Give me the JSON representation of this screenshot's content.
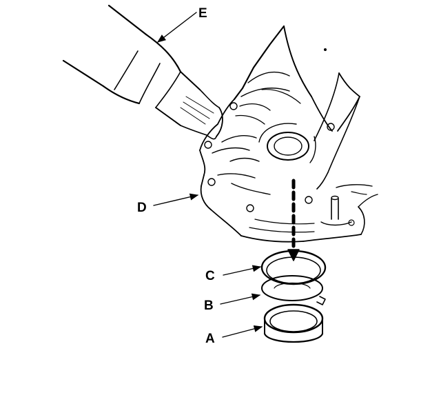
{
  "callouts": {
    "e": "E",
    "d": "D",
    "c": "C",
    "b": "B",
    "a": "A"
  },
  "colors": {
    "ink": "#000000",
    "paper": "#ffffff"
  }
}
